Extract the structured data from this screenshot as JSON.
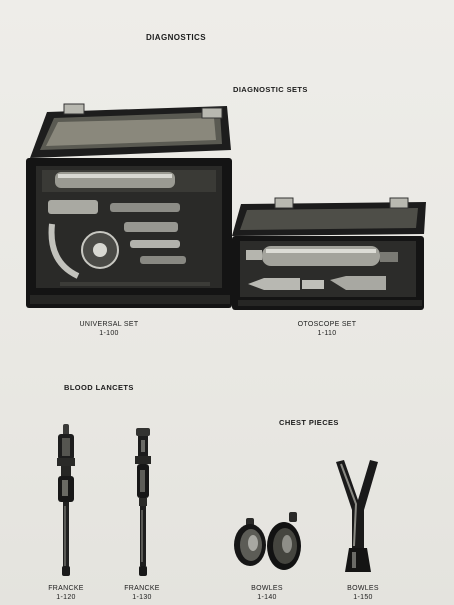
{
  "page": {
    "title": "DIAGNOSTICS",
    "sections": {
      "diagnostic_sets": {
        "heading": "DIAGNOSTIC SETS",
        "items": [
          {
            "name": "UNIVERSAL SET",
            "code": "1-100"
          },
          {
            "name": "OTOSCOPE SET",
            "code": "1-110"
          }
        ]
      },
      "blood_lancets": {
        "heading": "BLOOD LANCETS",
        "items": [
          {
            "name": "FRANCKE",
            "code": "1-120"
          },
          {
            "name": "FRANCKE",
            "code": "1-130"
          }
        ]
      },
      "chest_pieces": {
        "heading": "CHEST PIECES",
        "items": [
          {
            "name": "BOWLES",
            "code": "1-140"
          },
          {
            "name": "BOWLES",
            "code": "1-150"
          }
        ]
      }
    }
  },
  "colors": {
    "paper": "#ecebe6",
    "ink": "#1c1c1c",
    "case": "#1a1a1a",
    "metal": "#bdbdbd"
  }
}
